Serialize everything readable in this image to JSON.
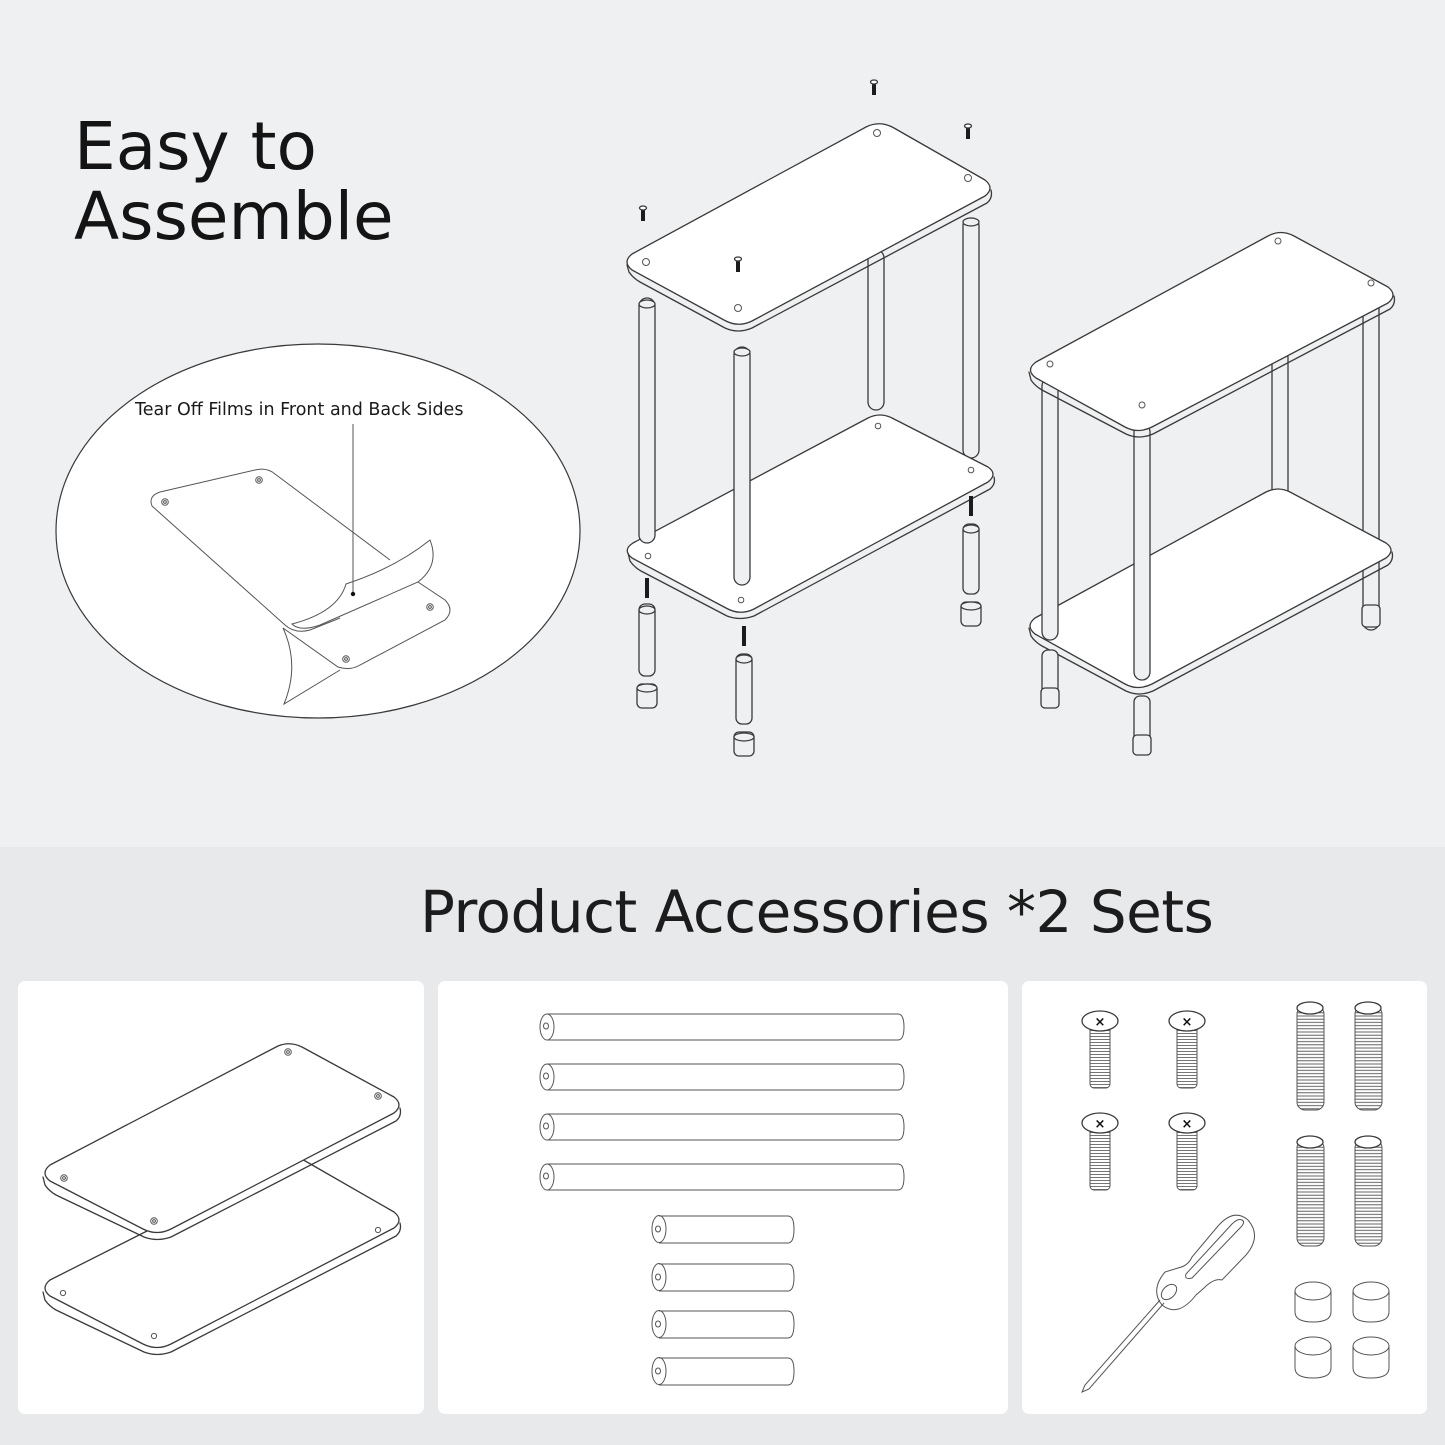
{
  "hero": {
    "title_line1": "Easy to",
    "title_line2": "Assemble"
  },
  "callout": {
    "label": "Tear Off Films in Front and Back Sides"
  },
  "accessories": {
    "title": "Product Accessories *2 Sets",
    "panels": [
      {
        "name": "shelf-boards",
        "items": [
          "shelf-board",
          "shelf-board"
        ]
      },
      {
        "name": "tubes",
        "items": [
          "long-tube",
          "long-tube",
          "long-tube",
          "long-tube",
          "short-tube",
          "short-tube",
          "short-tube",
          "short-tube"
        ]
      },
      {
        "name": "hardware",
        "items": [
          "flat-head-screw",
          "flat-head-screw",
          "flat-head-screw",
          "flat-head-screw",
          "threaded-rod",
          "threaded-rod",
          "threaded-rod",
          "threaded-rod",
          "screwdriver",
          "foot-cap",
          "foot-cap",
          "foot-cap",
          "foot-cap"
        ]
      }
    ]
  },
  "colors": {
    "top_background": "#eff0f2",
    "bottom_background": "#e8e9eb",
    "panel_background": "#ffffff",
    "line_art": "#3a3a3a",
    "text": "#1c1c1c"
  }
}
